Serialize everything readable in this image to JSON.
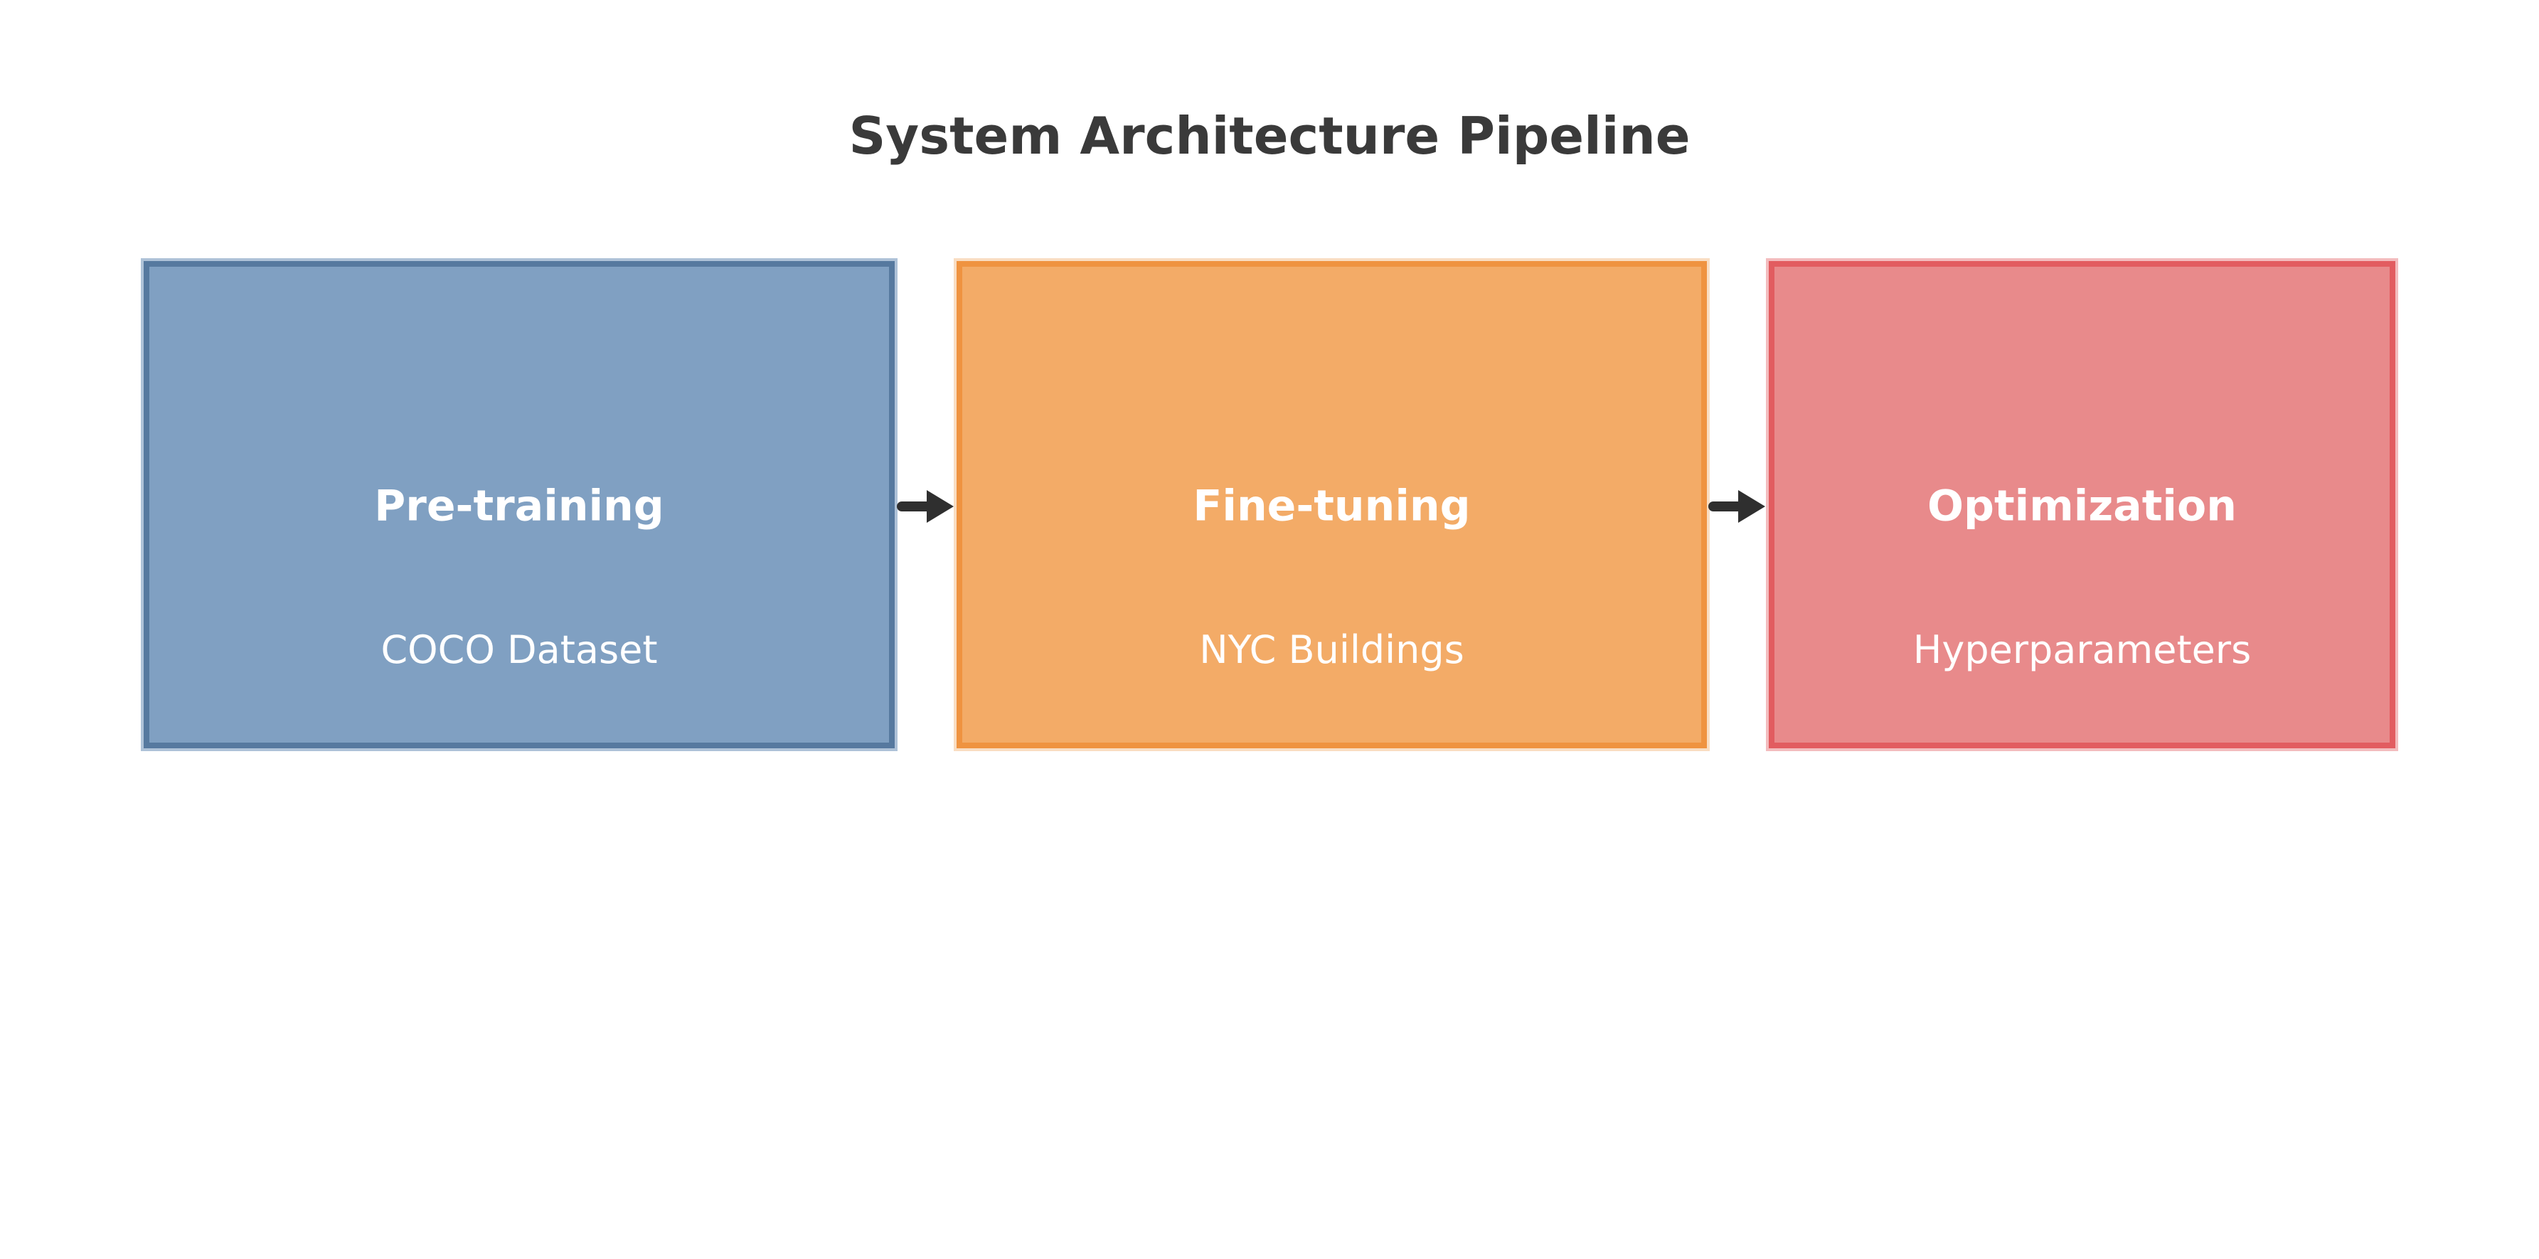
{
  "title": {
    "text": "System Architecture Pipeline",
    "color": "#3A3A3A"
  },
  "diagram": {
    "text_color": "#FFFFFF",
    "arrow_color": "#2F2F2F",
    "background": "#FFFFFF",
    "stages": [
      {
        "label": "Pre-training",
        "sublabel": "COCO Dataset",
        "fill": "#80A0C2",
        "border": "#56799F",
        "halo": "#AEC2D8"
      },
      {
        "label": "Fine-tuning",
        "sublabel": "NYC Buildings",
        "fill": "#F3AB67",
        "border": "#EF9340",
        "halo": "#F9DDC2"
      },
      {
        "label": "Optimization",
        "sublabel": "Hyperparameters",
        "fill": "#E88A8B",
        "border": "#E25C60",
        "halo": "#F3BCBE"
      }
    ]
  }
}
